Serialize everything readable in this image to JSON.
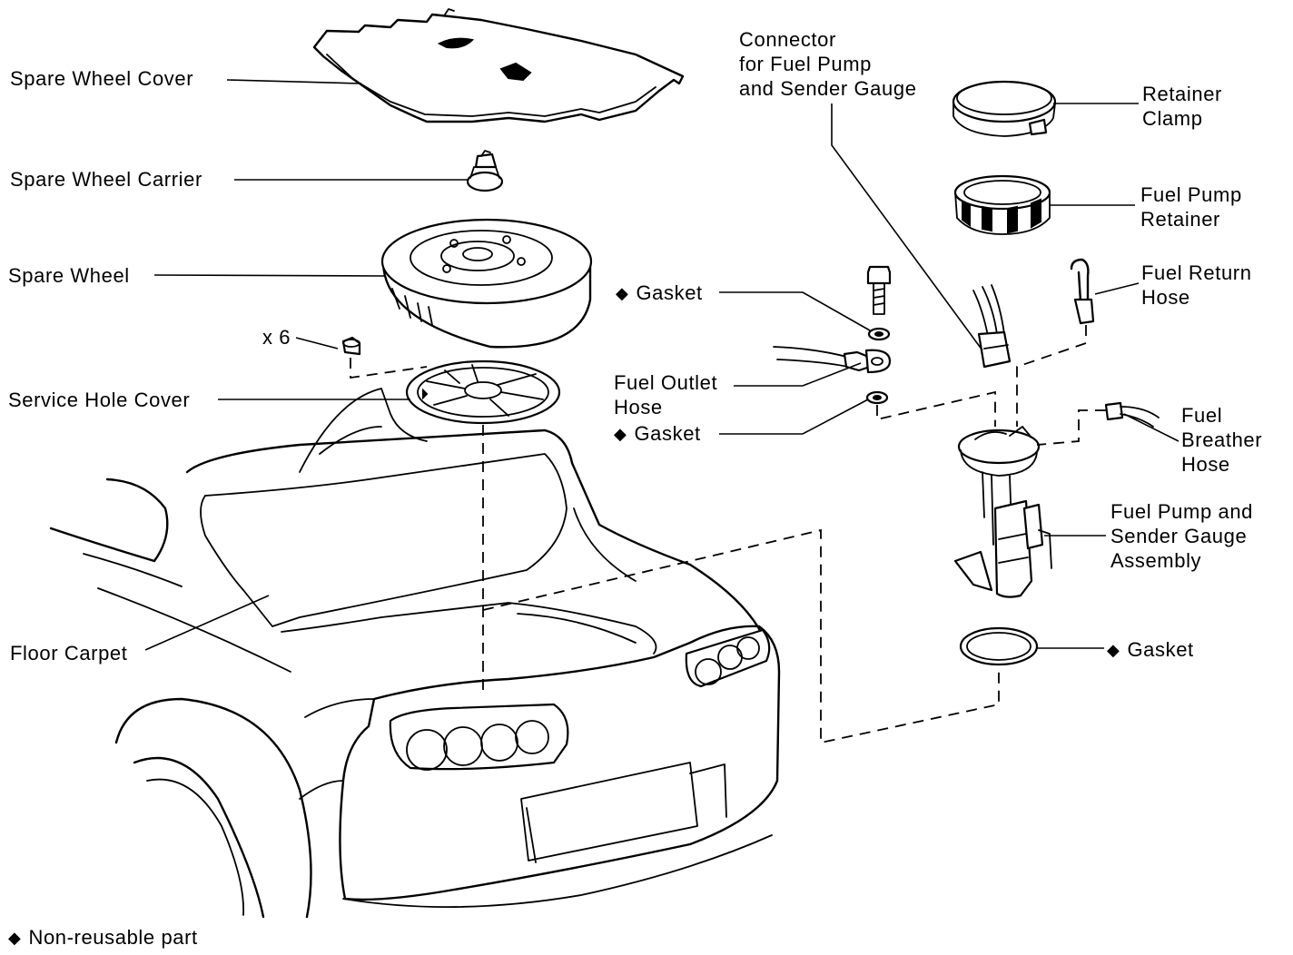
{
  "labels": {
    "spare_wheel_cover": "Spare Wheel Cover",
    "spare_wheel_carrier": "Spare Wheel Carrier",
    "spare_wheel": "Spare Wheel",
    "x6": "x 6",
    "service_hole_cover": "Service Hole Cover",
    "floor_carpet": "Floor Carpet",
    "connector": [
      "Connector",
      "for Fuel Pump",
      "and Sender Gauge"
    ],
    "retainer_clamp": [
      "Retainer",
      "Clamp"
    ],
    "fuel_pump_retainer": [
      "Fuel Pump",
      "Retainer"
    ],
    "fuel_return_hose": [
      "Fuel Return",
      "Hose"
    ],
    "gasket_top": "Gasket",
    "fuel_outlet_hose": [
      "Fuel Outlet",
      "Hose"
    ],
    "gasket_mid": "Gasket",
    "fuel_breather_hose": [
      "Fuel",
      "Breather",
      "Hose"
    ],
    "fuel_pump_assembly": [
      "Fuel Pump and",
      "Sender Gauge",
      "Assembly"
    ],
    "gasket_bottom": "Gasket"
  },
  "legend": {
    "symbol": "◆",
    "text": "Non-reusable part"
  }
}
